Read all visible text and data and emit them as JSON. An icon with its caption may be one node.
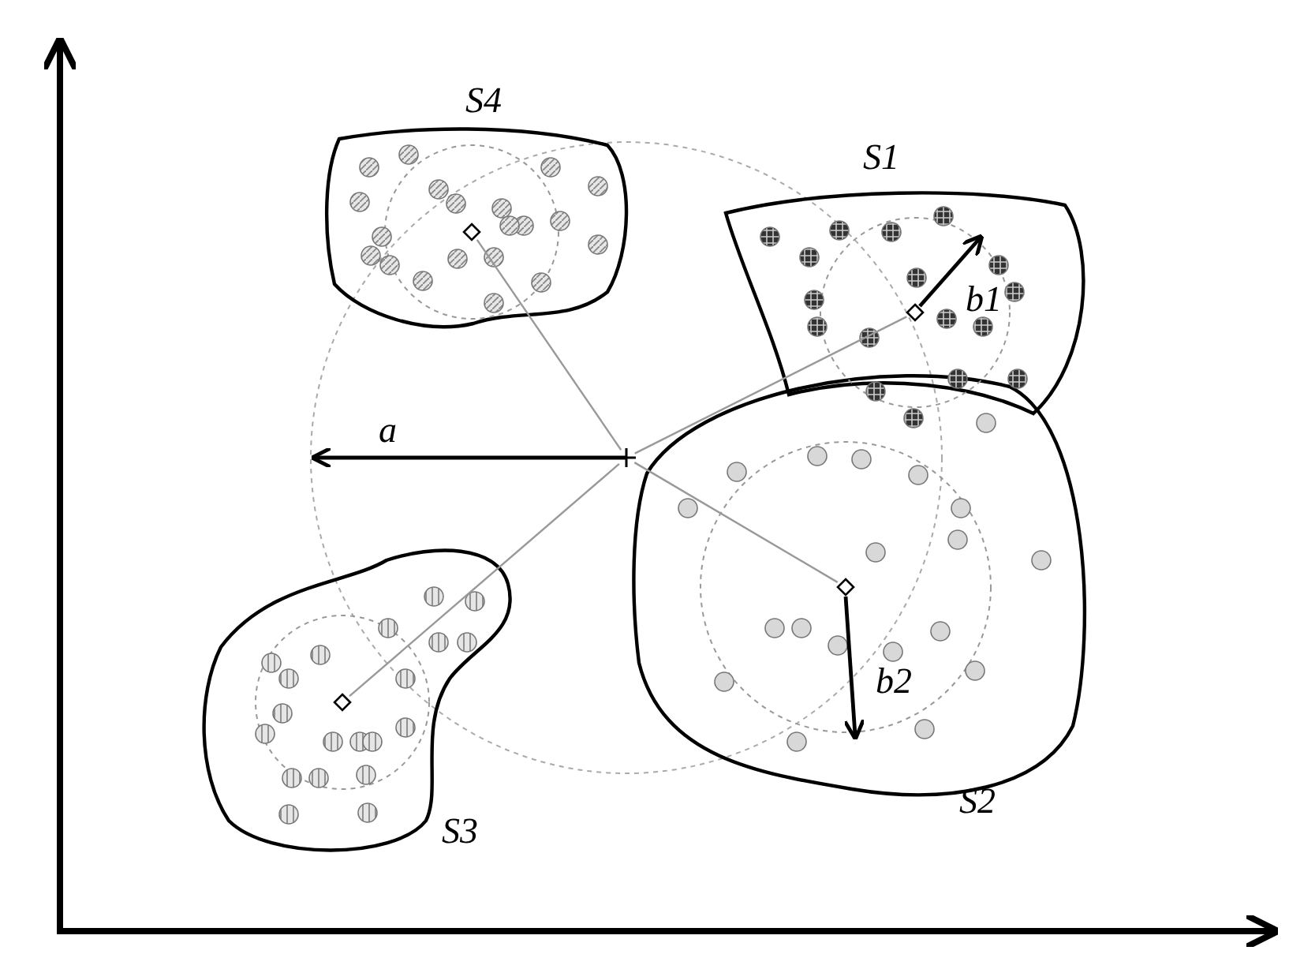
{
  "diagram": {
    "nodes": [
      {
        "text": [
          "S4"
        ]
      },
      {
        "text": [
          "S1"
        ]
      },
      {
        "text": [
          "S2"
        ]
      },
      {
        "text": [
          "S3"
        ]
      },
      {
        "text": [],
        "shape": "diamond",
        "in": 0
      },
      {
        "text": [],
        "shape": "diamond",
        "in": 1
      },
      {
        "text": [],
        "shape": "diamond",
        "in": 2
      },
      {
        "text": [],
        "shape": "diamond",
        "in": 3
      },
      {
        "text": [],
        "shape": "cross"
      }
    ],
    "edges": [
      {
        "from": 8,
        "to": 4,
        "arrow": "none"
      },
      {
        "from": 8,
        "to": 5,
        "arrow": "none"
      },
      {
        "from": 8,
        "to": 6,
        "arrow": "none"
      },
      {
        "from": 8,
        "to": 7,
        "arrow": "none"
      }
    ],
    "labels": [
      "b1",
      "a",
      "b2"
    ]
  }
}
